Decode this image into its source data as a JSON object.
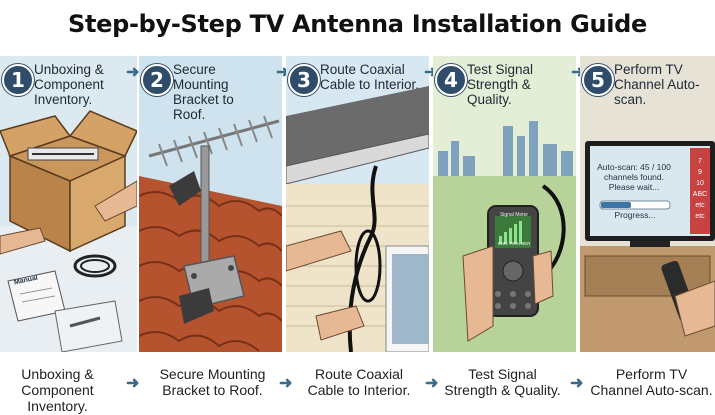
{
  "title": "Step-by-Step TV Antenna Installation Guide",
  "steps": [
    {
      "number": "1",
      "text": "Unboxing & Component Inventory."
    },
    {
      "number": "2",
      "text": "Secure Mounting Bracket to Roof."
    },
    {
      "number": "3",
      "text": "Route Coaxial Cable to Interior."
    },
    {
      "number": "4",
      "text": "Test Signal Strength & Quality."
    },
    {
      "number": "5",
      "text": "Perform TV Channel Auto-scan."
    }
  ],
  "captions": [
    "Unboxing & Component Inventory.",
    "Secure Mounting Bracket to Roof.",
    "Route Coaxial Cable to Interior.",
    "Test Signal Strength & Quality.",
    "Perform TV Channel Auto-scan."
  ],
  "panel1": {
    "manual_label": "Manual"
  },
  "meter": {
    "label": "Signal Meter",
    "reading": "SNR: 78%, BER"
  },
  "tv": {
    "scan_line1": "Auto-scan: 45 / 100",
    "scan_line2": "channels found.",
    "scan_line3": "Please wait...",
    "progress_label": "Progress...",
    "channels": [
      "7",
      "9",
      "10",
      "ABC",
      "etc",
      "etc"
    ]
  },
  "colors": {
    "accent": "#2f4d6a",
    "arrow": "#3b6b8a",
    "sky": "#cfe3ef"
  }
}
